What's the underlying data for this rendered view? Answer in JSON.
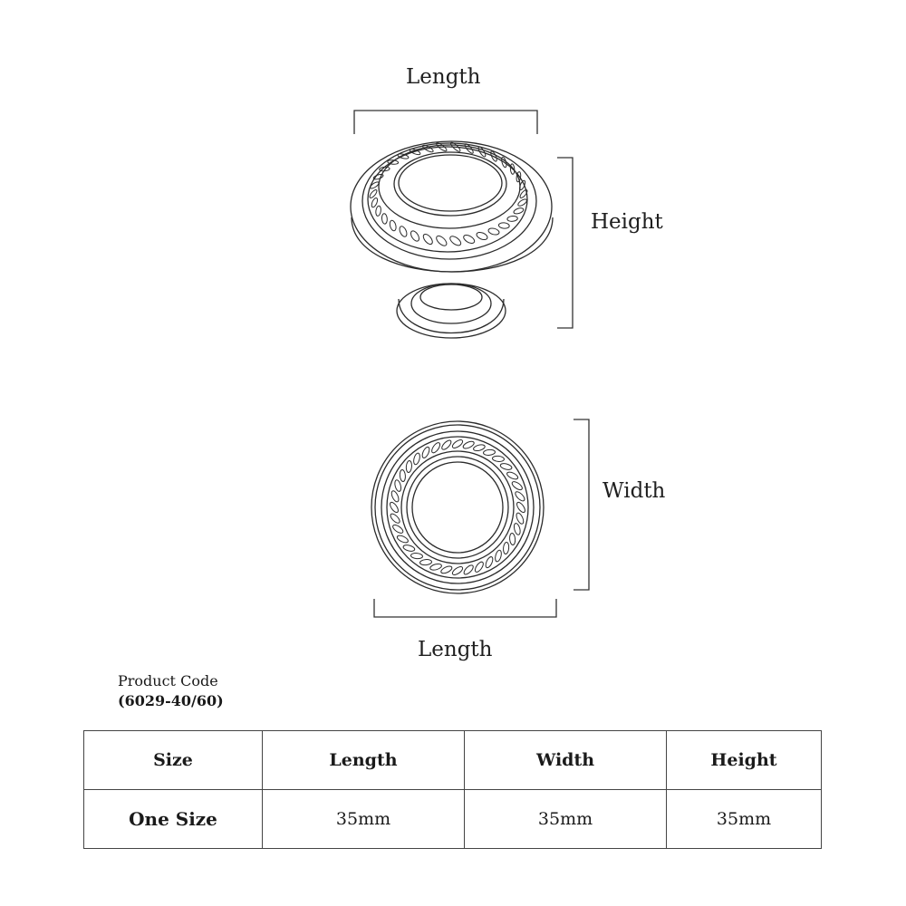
{
  "dimension_labels": {
    "length_top": "Length",
    "height": "Height",
    "width": "Width",
    "length_bottom": "Length"
  },
  "product": {
    "code_label": "Product Code",
    "code_value": "(6029-40/60)"
  },
  "spec_table": {
    "headers": [
      "Size",
      "Length",
      "Width",
      "Height"
    ],
    "rows": [
      {
        "size": "One Size",
        "length": "35mm",
        "width": "35mm",
        "height": "35mm"
      }
    ]
  },
  "colors": {
    "line": "#2b2b2b",
    "border": "#444444"
  }
}
